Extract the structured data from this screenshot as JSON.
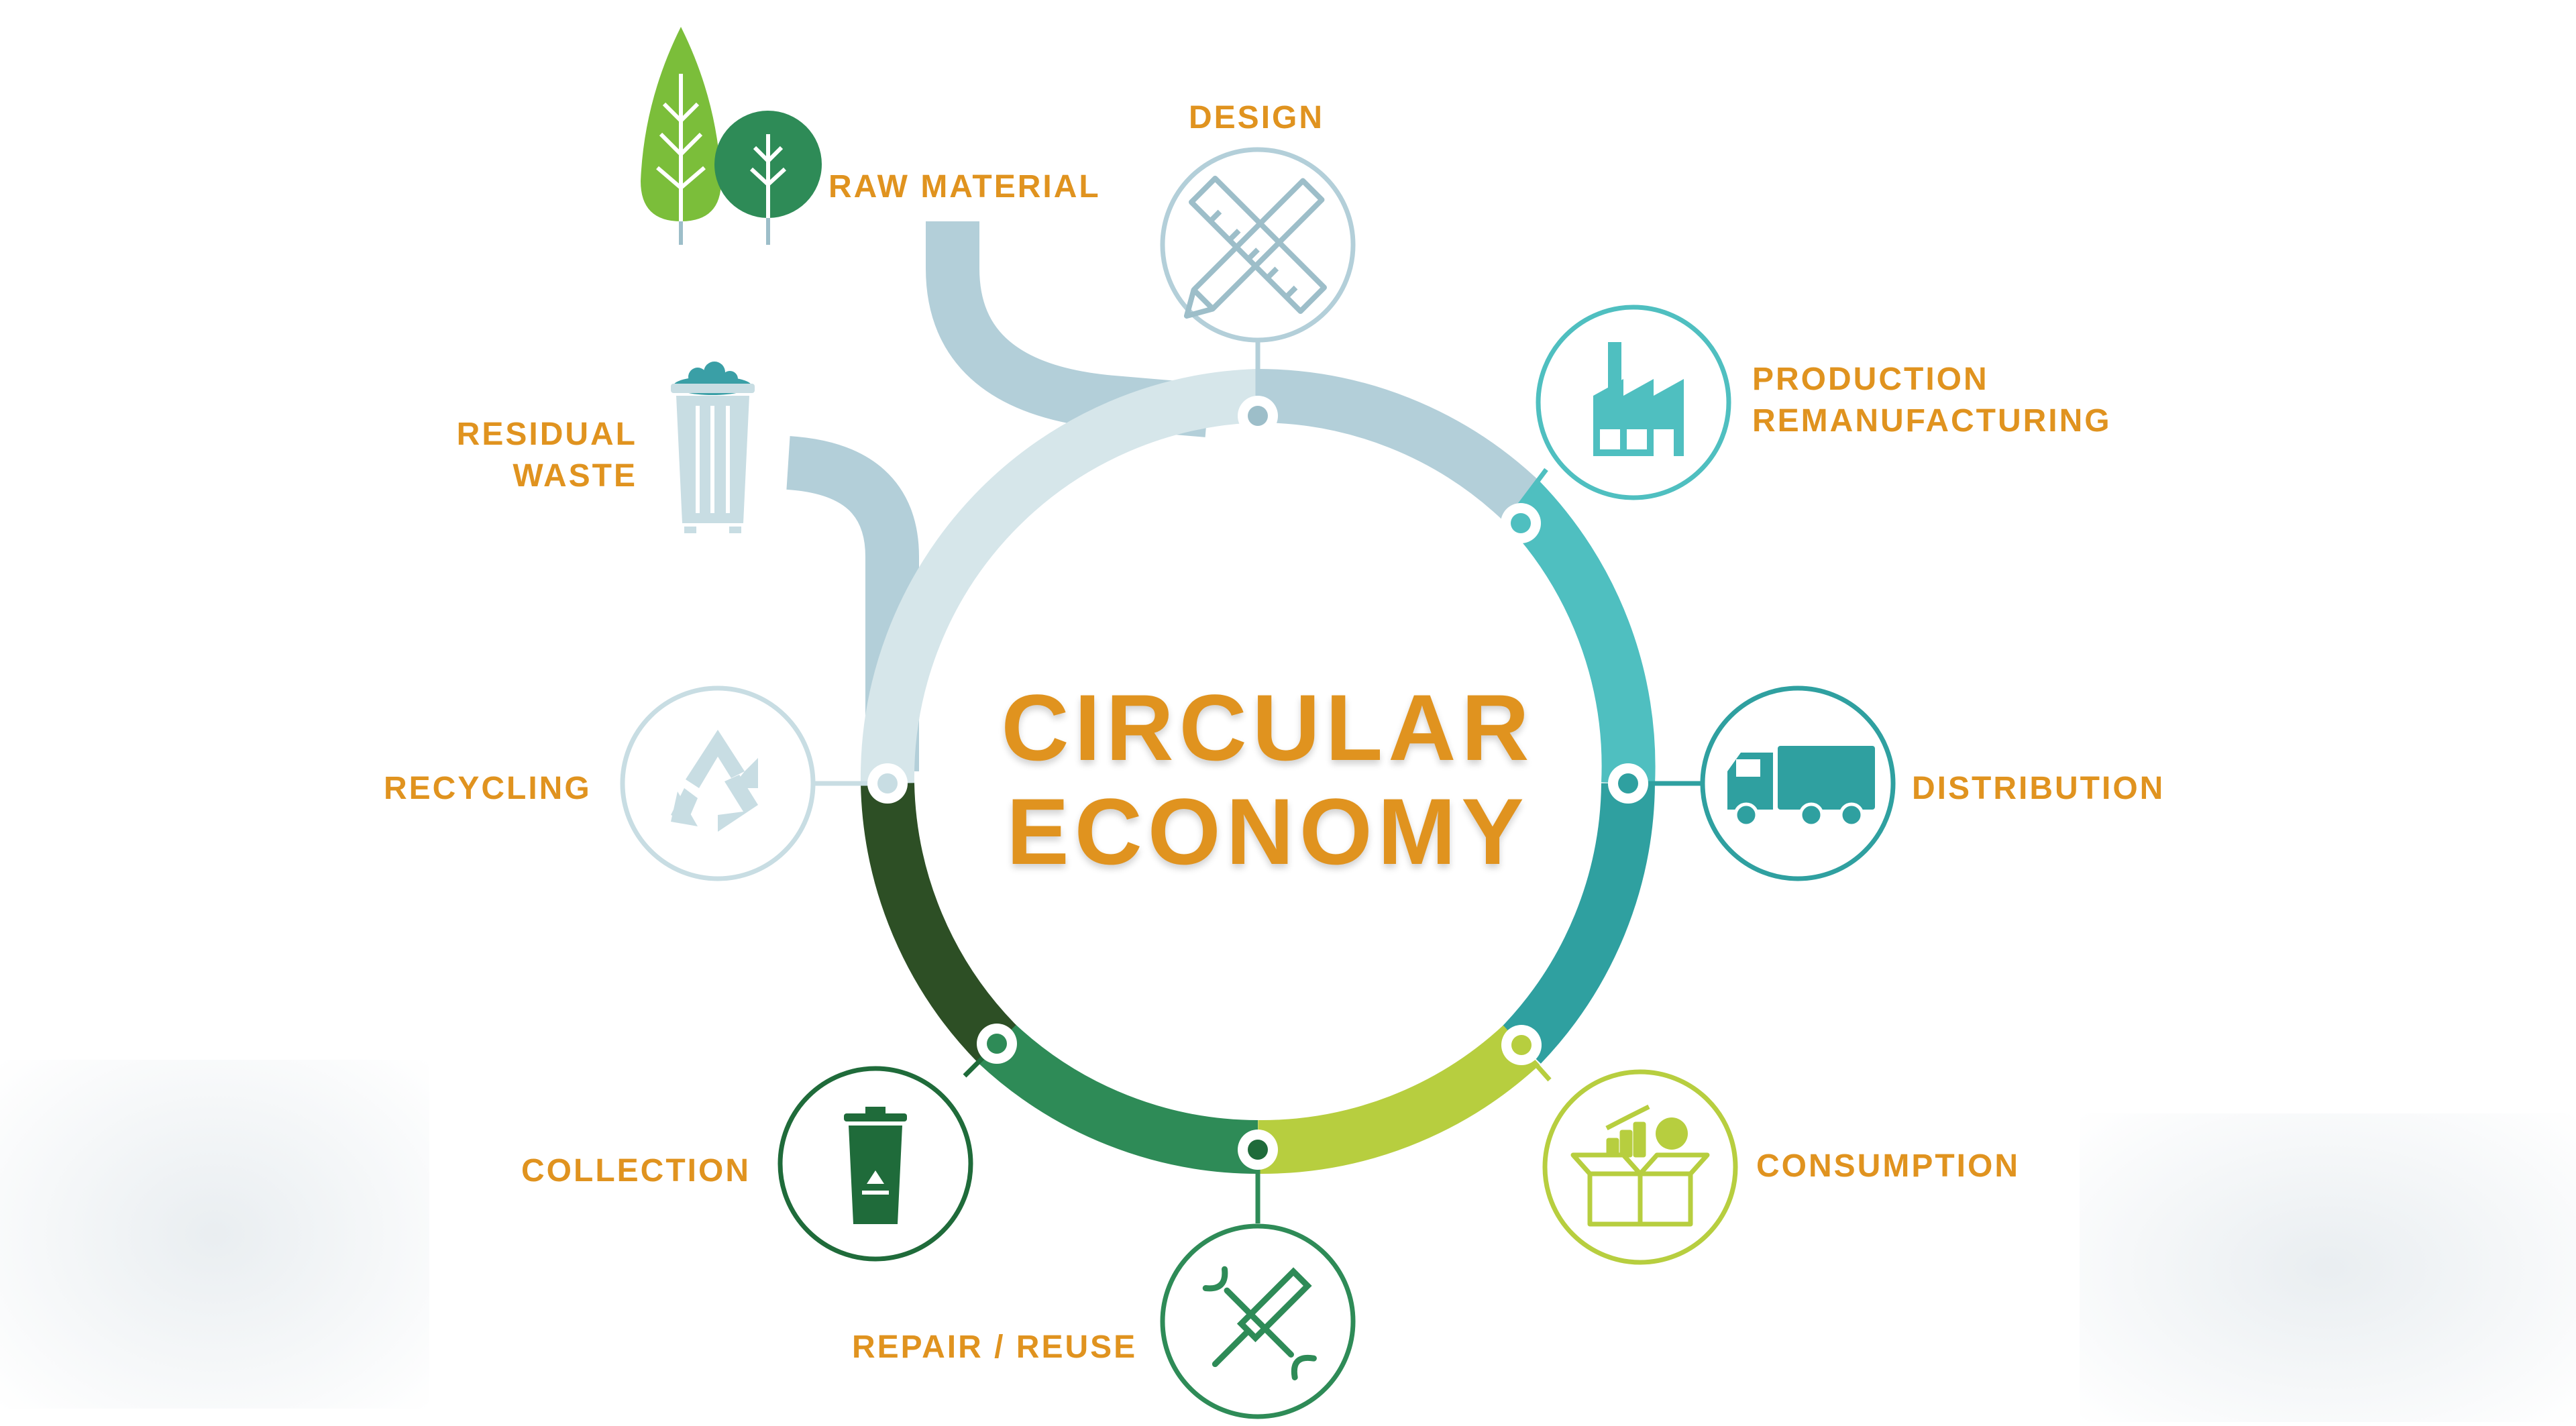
{
  "title": {
    "line1": "CIRCULAR",
    "line2": "ECONOMY"
  },
  "stages": {
    "raw_material": "RAW MATERIAL",
    "design": "DESIGN",
    "production_line1": "PRODUCTION",
    "production_line2": "REMANUFACTURING",
    "distribution": "DISTRIBUTION",
    "consumption": "CONSUMPTION",
    "repair_reuse": "REPAIR / REUSE",
    "collection": "COLLECTION",
    "recycling": "RECYCLING",
    "residual_line1": "RESIDUAL",
    "residual_line2": "WASTE"
  },
  "colors": {
    "label": "#E0931F",
    "ring_design": "#B3CFD9",
    "ring_production": "#4FBFC0",
    "ring_distribution": "#2FA0A0",
    "ring_consumption": "#B7CE3F",
    "ring_repair": "#2E8B57",
    "ring_collection": "#1F6B3A",
    "ring_recycling": "#2D4F25"
  }
}
